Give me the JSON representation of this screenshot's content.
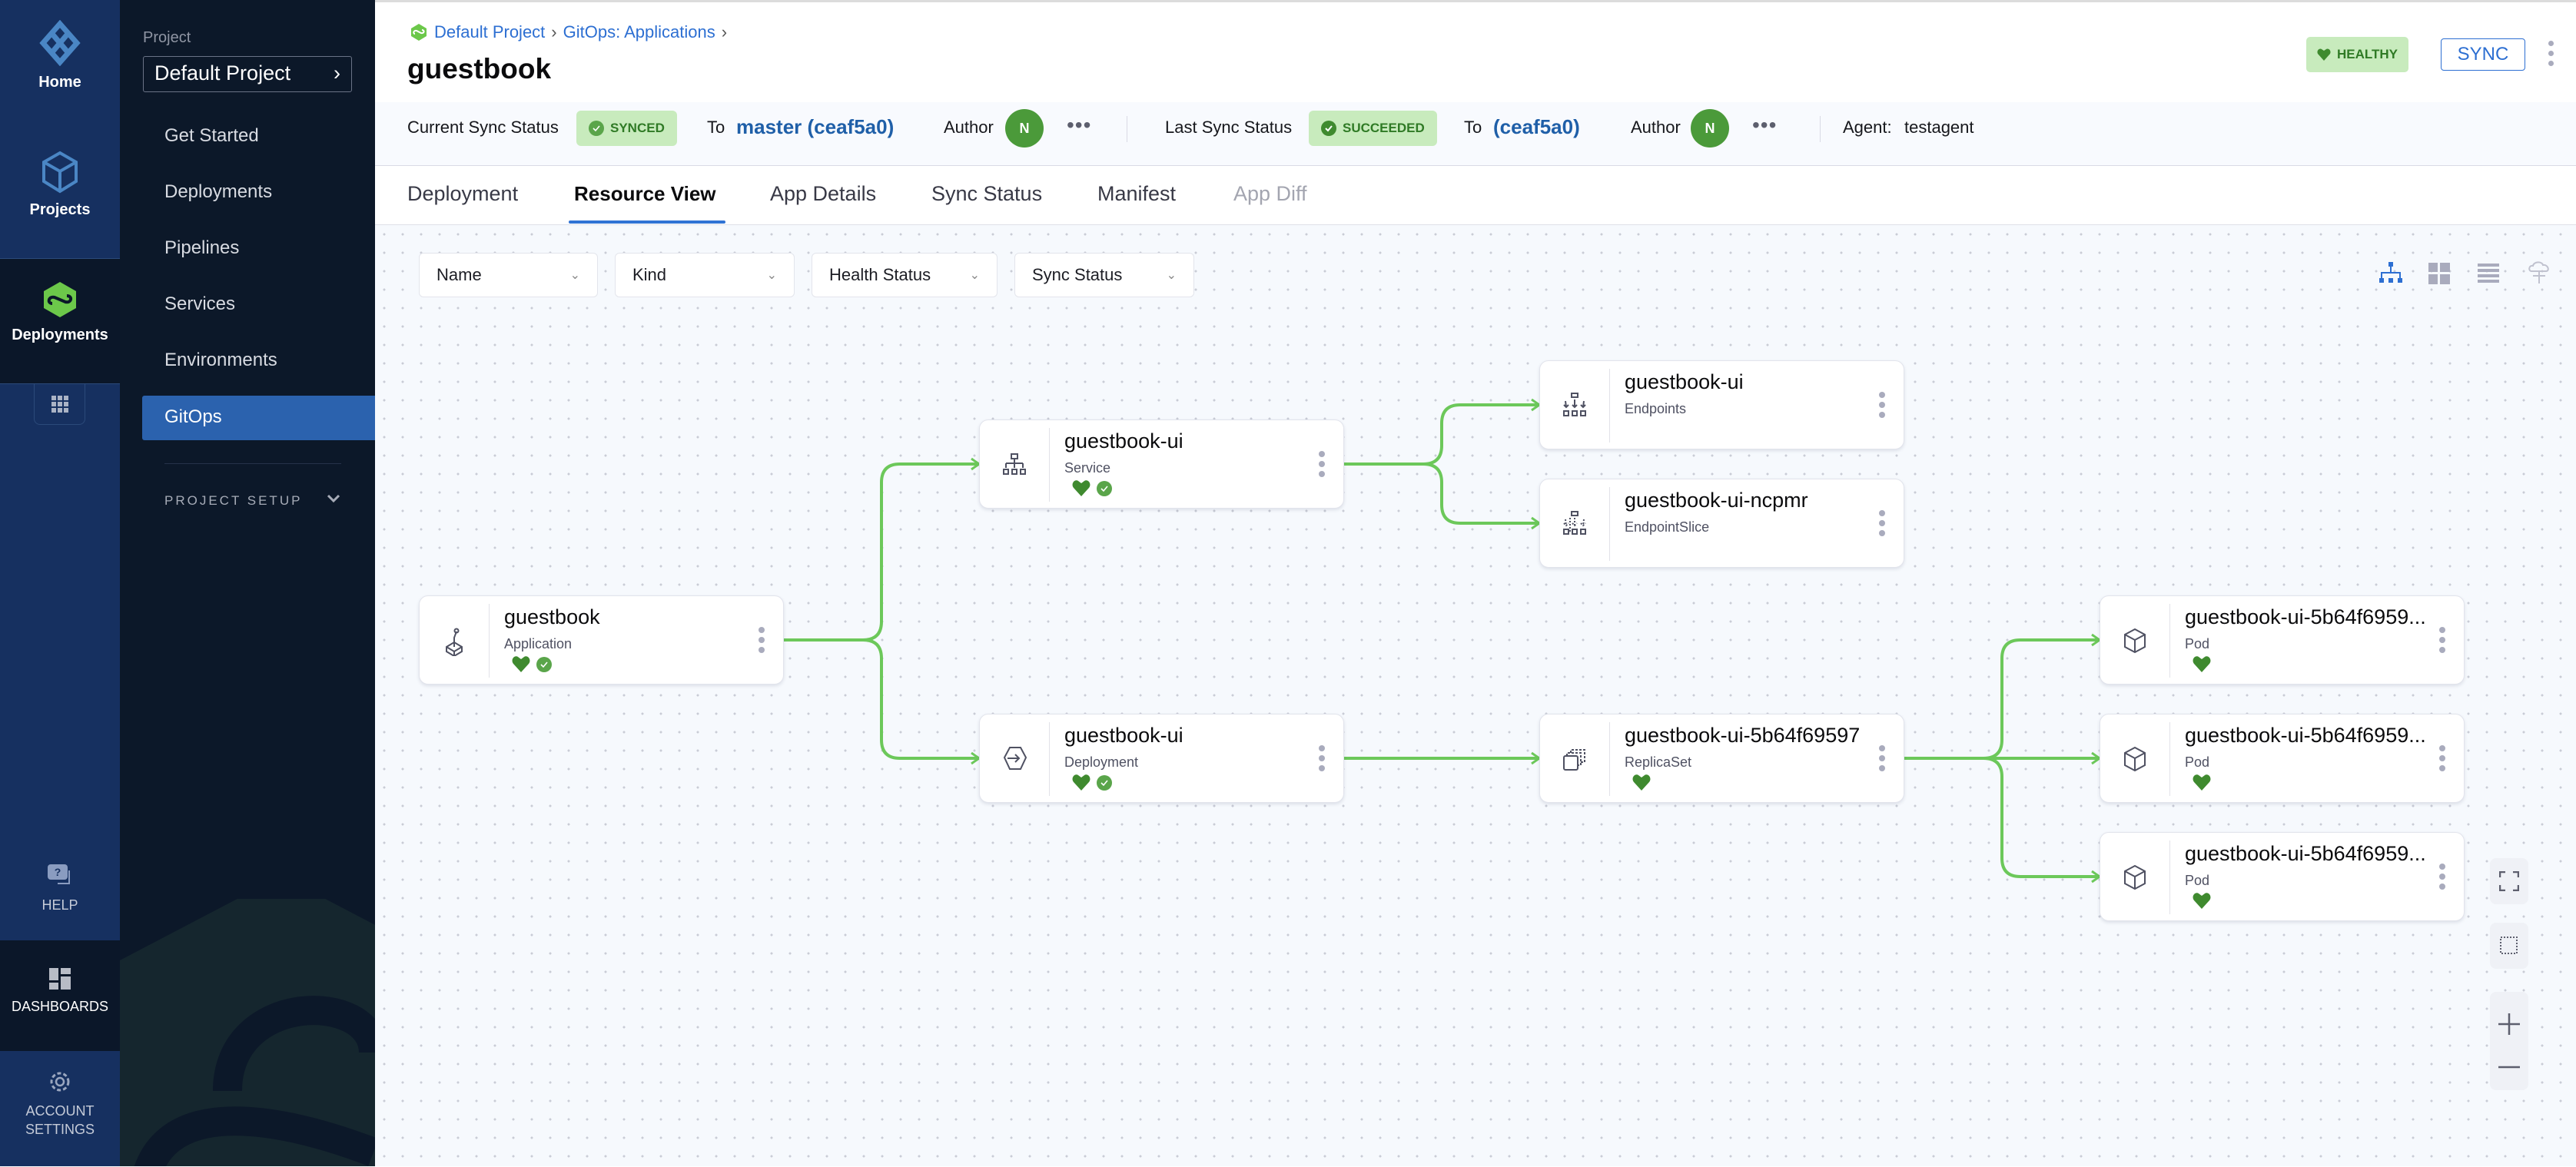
{
  "nav": {
    "home": "Home",
    "projects": "Projects",
    "deployments": "Deployments",
    "help": "HELP",
    "dashboards": "DASHBOARDS",
    "account_settings_line1": "ACCOUNT",
    "account_settings_line2": "SETTINGS"
  },
  "sidebar": {
    "project_label": "Project",
    "project_name": "Default Project",
    "items": [
      {
        "label": "Get Started"
      },
      {
        "label": "Deployments"
      },
      {
        "label": "Pipelines"
      },
      {
        "label": "Services"
      },
      {
        "label": "Environments"
      },
      {
        "label": "GitOps",
        "active": true
      }
    ],
    "project_setup": "PROJECT SETUP"
  },
  "header": {
    "breadcrumb": [
      "Default Project",
      "GitOps: Applications"
    ],
    "title": "guestbook",
    "health_badge": "HEALTHY",
    "sync_button": "SYNC"
  },
  "sync_bar": {
    "current_label": "Current Sync Status",
    "current_status": "SYNCED",
    "to_label": "To",
    "current_target": "master (ceaf5a0)",
    "author_label": "Author",
    "author_initial": "N",
    "last_label": "Last Sync Status",
    "last_status": "SUCCEEDED",
    "last_target": "(ceaf5a0)",
    "agent_label": "Agent:",
    "agent_value": "testagent"
  },
  "tabs": [
    {
      "label": "Deployment"
    },
    {
      "label": "Resource View",
      "active": true
    },
    {
      "label": "App Details"
    },
    {
      "label": "Sync Status"
    },
    {
      "label": "Manifest"
    },
    {
      "label": "App Diff",
      "disabled": true
    }
  ],
  "filters": [
    "Name",
    "Kind",
    "Health Status",
    "Sync Status"
  ],
  "colors": {
    "edge": "#6cc85a",
    "healthy": "#3f8a2f",
    "synced": "#5aa54a",
    "accent": "#2d6fd2"
  },
  "nodes": [
    {
      "name": "guestbook",
      "kind": "Application",
      "icon": "application-icon",
      "healthy": true,
      "synced": true
    },
    {
      "name": "guestbook-ui",
      "kind": "Service",
      "icon": "service-icon",
      "healthy": true,
      "synced": true
    },
    {
      "name": "guestbook-ui",
      "kind": "Deployment",
      "icon": "deployment-icon",
      "healthy": true,
      "synced": true
    },
    {
      "name": "guestbook-ui",
      "kind": "Endpoints",
      "icon": "endpoints-icon",
      "healthy": false,
      "synced": false
    },
    {
      "name": "guestbook-ui-ncpmr",
      "kind": "EndpointSlice",
      "icon": "endpointslice-icon",
      "healthy": false,
      "synced": false
    },
    {
      "name": "guestbook-ui-5b64f69597",
      "kind": "ReplicaSet",
      "icon": "replicaset-icon",
      "healthy": true,
      "synced": false
    },
    {
      "name": "guestbook-ui-5b64f6959...",
      "kind": "Pod",
      "icon": "pod-icon",
      "healthy": true,
      "synced": false
    },
    {
      "name": "guestbook-ui-5b64f6959...",
      "kind": "Pod",
      "icon": "pod-icon",
      "healthy": true,
      "synced": false
    },
    {
      "name": "guestbook-ui-5b64f6959...",
      "kind": "Pod",
      "icon": "pod-icon",
      "healthy": true,
      "synced": false
    }
  ],
  "edges": [
    [
      0,
      1
    ],
    [
      0,
      2
    ],
    [
      1,
      3
    ],
    [
      1,
      4
    ],
    [
      2,
      5
    ],
    [
      5,
      6
    ],
    [
      5,
      7
    ],
    [
      5,
      8
    ]
  ]
}
